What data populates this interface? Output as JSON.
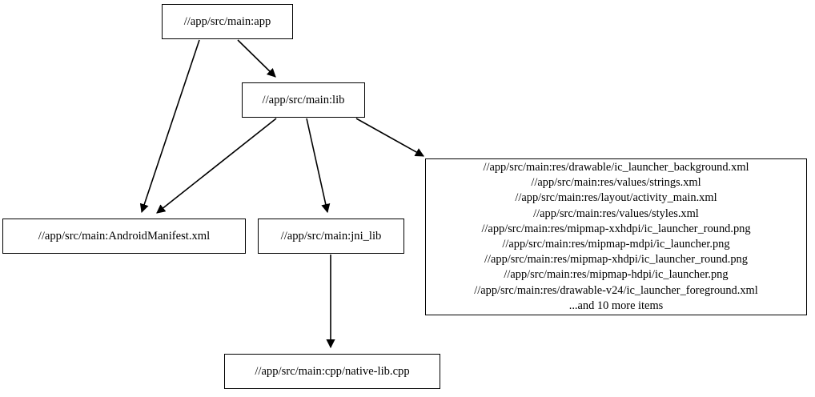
{
  "graph": {
    "type": "directed-dependency-graph",
    "nodes": [
      {
        "id": "app",
        "label": "//app/src/main:app"
      },
      {
        "id": "lib",
        "label": "//app/src/main:lib"
      },
      {
        "id": "manifest",
        "label": "//app/src/main:AndroidManifest.xml"
      },
      {
        "id": "jni_lib",
        "label": "//app/src/main:jni_lib"
      },
      {
        "id": "res",
        "lines": [
          "//app/src/main:res/drawable/ic_launcher_background.xml",
          "//app/src/main:res/values/strings.xml",
          "//app/src/main:res/layout/activity_main.xml",
          "//app/src/main:res/values/styles.xml",
          "//app/src/main:res/mipmap-xxhdpi/ic_launcher_round.png",
          "//app/src/main:res/mipmap-mdpi/ic_launcher.png",
          "//app/src/main:res/mipmap-xhdpi/ic_launcher_round.png",
          "//app/src/main:res/mipmap-hdpi/ic_launcher.png",
          "//app/src/main:res/drawable-v24/ic_launcher_foreground.xml",
          "...and 10 more items"
        ]
      },
      {
        "id": "cpp",
        "label": "//app/src/main:cpp/native-lib.cpp"
      }
    ],
    "edges": [
      {
        "from": "app",
        "to": "lib"
      },
      {
        "from": "app",
        "to": "manifest"
      },
      {
        "from": "lib",
        "to": "manifest"
      },
      {
        "from": "lib",
        "to": "jni_lib"
      },
      {
        "from": "lib",
        "to": "res"
      },
      {
        "from": "jni_lib",
        "to": "cpp"
      }
    ],
    "colors": {
      "background": "#ffffff",
      "node_border": "#000000",
      "node_fill": "#ffffff",
      "text": "#000000",
      "edge": "#000000"
    }
  }
}
